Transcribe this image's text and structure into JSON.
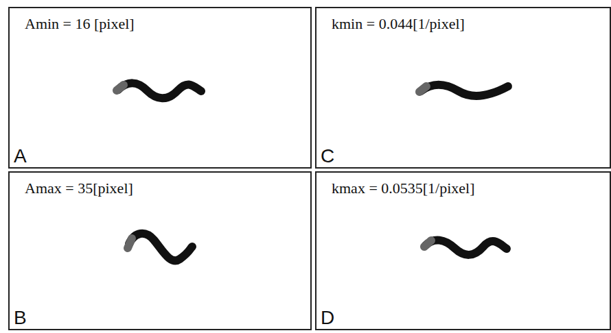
{
  "diagram": {
    "nodes": [
      {
        "text": [
          "Amin = 16 [pixel]",
          "A"
        ]
      },
      {
        "text": [
          "kmin = 0.044[1/pixel]",
          "C"
        ]
      },
      {
        "text": [
          "Amax = 35[pixel]",
          "B"
        ]
      },
      {
        "text": [
          "kmax = 0.0535[1/pixel]",
          "D"
        ]
      }
    ]
  }
}
